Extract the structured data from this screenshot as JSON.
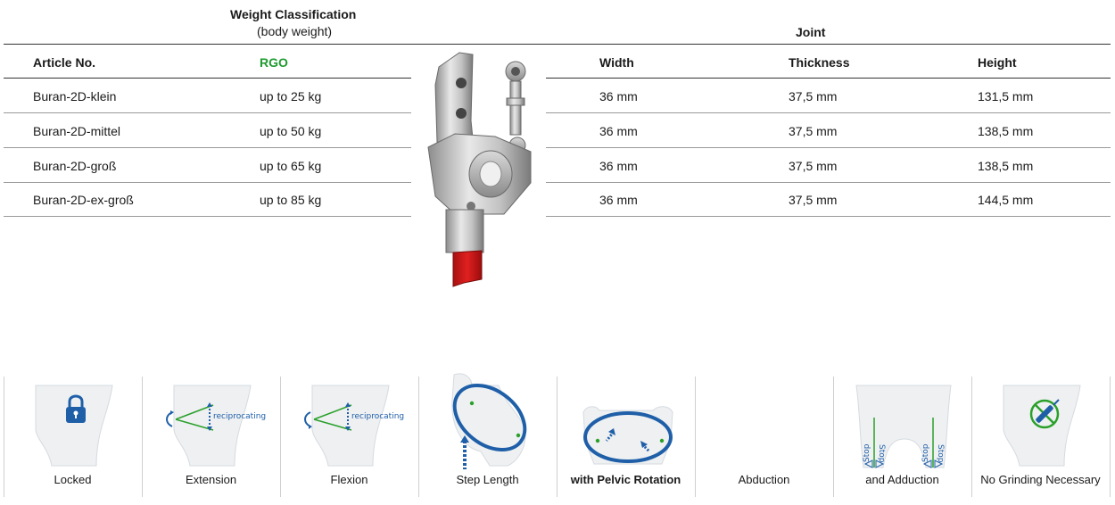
{
  "header": {
    "weight_title": "Weight Classification",
    "weight_sub": "(body weight)",
    "joint_title": "Joint"
  },
  "columns": {
    "article": "Article No.",
    "rgo": "RGO",
    "width": "Width",
    "thickness": "Thickness",
    "height": "Height"
  },
  "rows": [
    {
      "article": "Buran-2D-klein",
      "weight": "up to 25 kg",
      "width": "36 mm",
      "thickness": "37,5 mm",
      "height": "131,5 mm"
    },
    {
      "article": "Buran-2D-mittel",
      "weight": "up to 50 kg",
      "width": "36 mm",
      "thickness": "37,5 mm",
      "height": "138,5 mm"
    },
    {
      "article": "Buran-2D-groß",
      "weight": "up to 65 kg",
      "width": "36 mm",
      "thickness": "37,5 mm",
      "height": "138,5 mm"
    },
    {
      "article": "Buran-2D-ex-groß",
      "weight": "up to 85 kg",
      "width": "36 mm",
      "thickness": "37,5 mm",
      "height": "144,5 mm"
    }
  ],
  "colors": {
    "rgo_green": "#1e9a2e",
    "icon_blue": "#1f5fa8",
    "icon_green": "#2aa02a",
    "joint_red": "#d01818"
  },
  "features": [
    {
      "label": "Locked",
      "icon": "lock-icon"
    },
    {
      "label": "Extension",
      "icon": "extension-icon",
      "note": "reciprocating"
    },
    {
      "label": "Flexion",
      "icon": "flexion-icon",
      "note": "reciprocating"
    },
    {
      "label": "Step Length",
      "icon": "step-length-icon"
    },
    {
      "label": "with Pelvic Rotation",
      "icon": "pelvic-rotation-icon"
    },
    {
      "label": "Abduction",
      "icon": "abduction-icon"
    },
    {
      "label": "and Adduction",
      "icon": "adduction-icon",
      "stop_label": "Stop"
    },
    {
      "label": "No Grinding Necessary",
      "icon": "no-grinding-icon"
    }
  ]
}
